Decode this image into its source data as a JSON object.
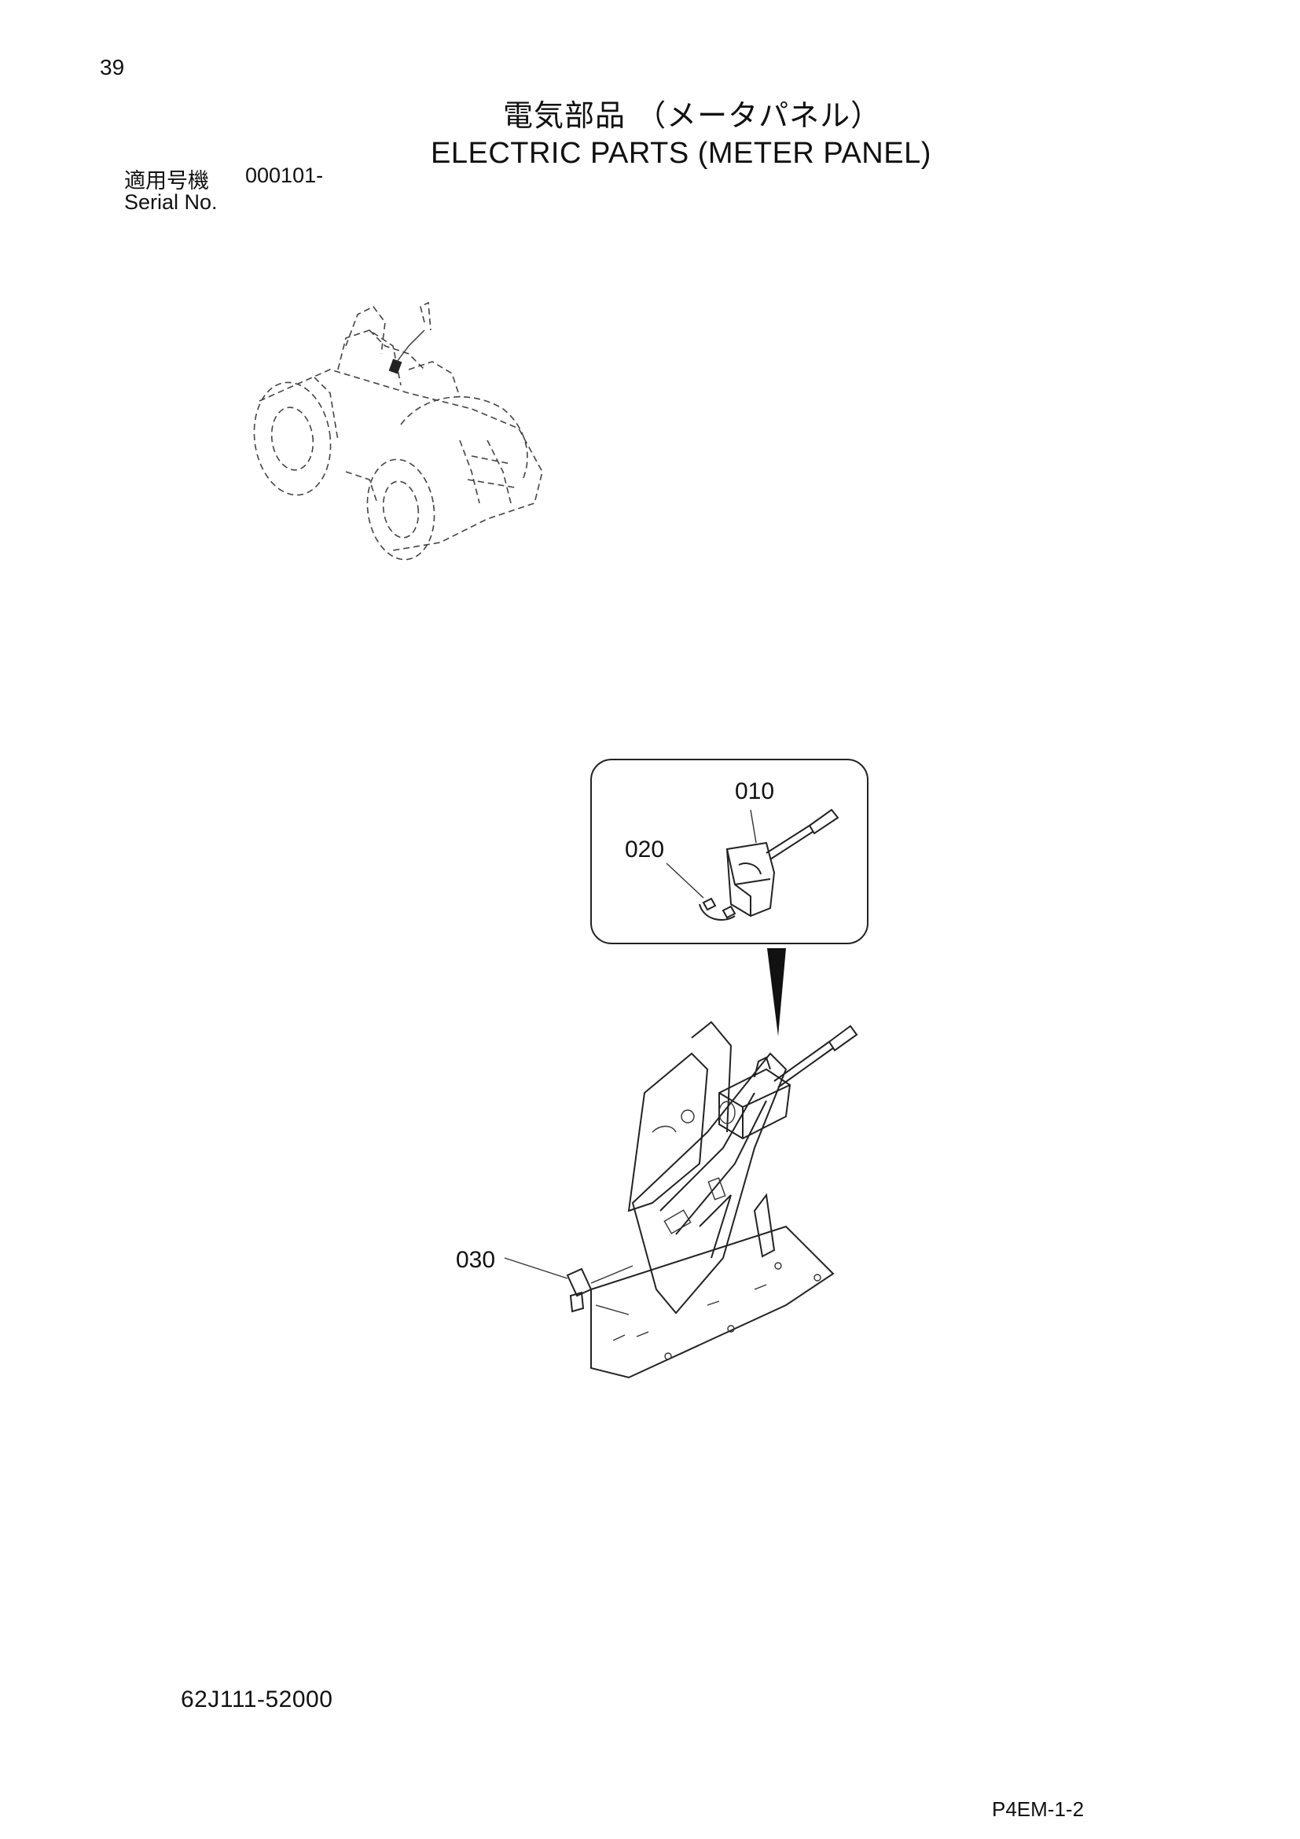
{
  "header": {
    "page_number": "39",
    "title_ja": "電気部品 （メータパネル）",
    "title_en": "ELECTRIC PARTS (METER PANEL)",
    "serial_label_ja": "適用号機",
    "serial_value": "000101-",
    "serial_label_en": "Serial No."
  },
  "callouts": {
    "part_010": "010",
    "part_020": "020",
    "part_030": "030"
  },
  "footer": {
    "drawing_number": "62J111-52000",
    "page_code": "P4EM-1-2"
  }
}
